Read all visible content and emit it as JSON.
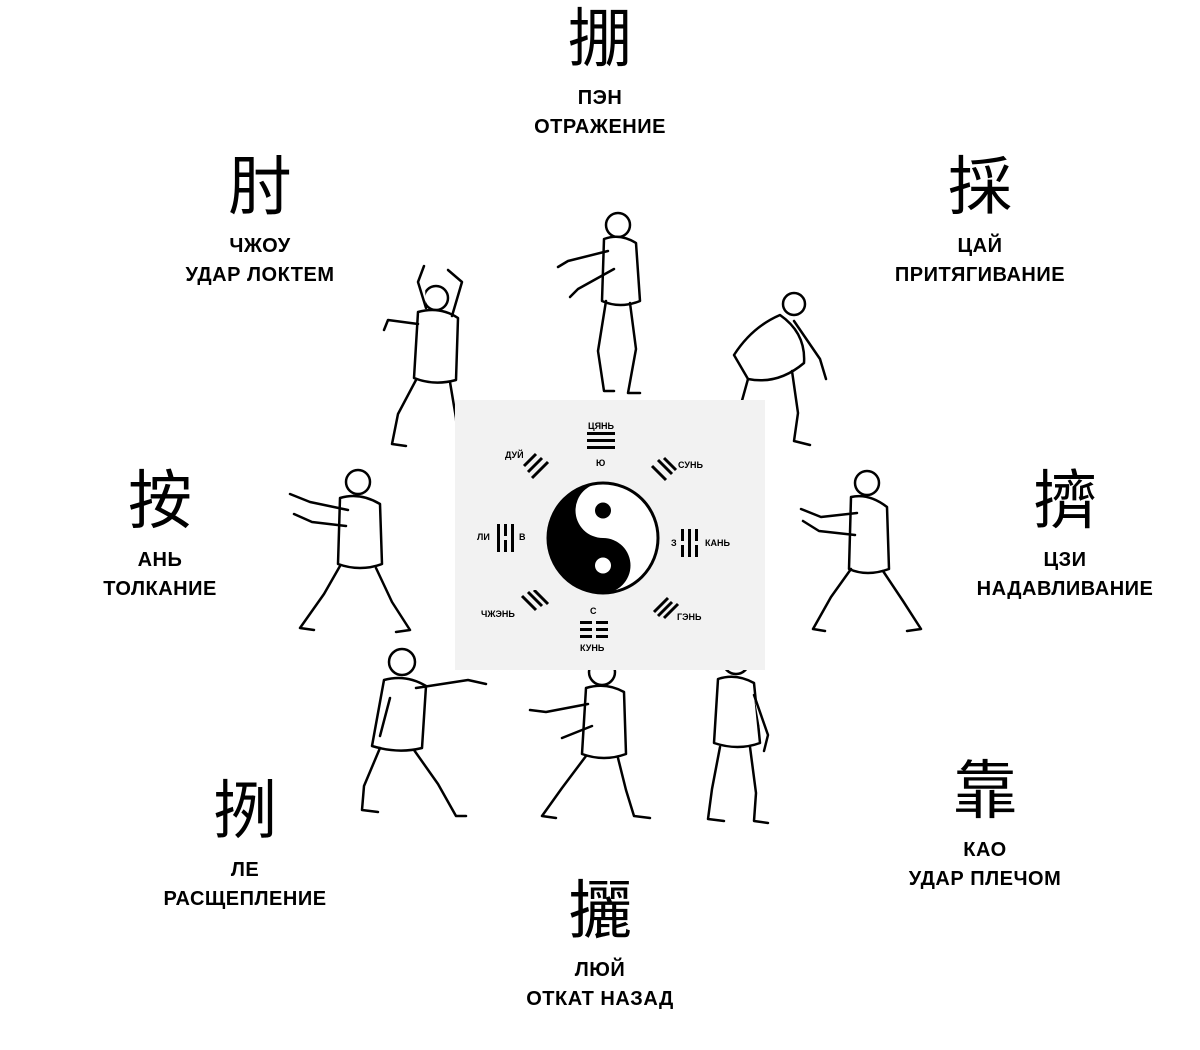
{
  "techniques": [
    {
      "id": "peng",
      "glyph": "掤",
      "name": "ПЭН",
      "meaning": "ОТРАЖЕНИЕ"
    },
    {
      "id": "cai",
      "glyph": "採",
      "name": "ЦАЙ",
      "meaning": "ПРИТЯГИВАНИЕ"
    },
    {
      "id": "ji",
      "glyph": "擠",
      "name": "ЦЗИ",
      "meaning": "НАДАВЛИВАНИЕ"
    },
    {
      "id": "kao",
      "glyph": "靠",
      "name": "КАО",
      "meaning": "УДАР ПЛЕЧОМ"
    },
    {
      "id": "lu",
      "glyph": "攦",
      "name": "ЛЮЙ",
      "meaning": "ОТКАТ НАЗАД"
    },
    {
      "id": "lie",
      "glyph": "挒",
      "name": "ЛЕ",
      "meaning": "РАСЩЕПЛЕНИЕ"
    },
    {
      "id": "an",
      "glyph": "按",
      "name": "АНЬ",
      "meaning": "ТОЛКАНИЕ"
    },
    {
      "id": "zhou",
      "glyph": "肘",
      "name": "ЧЖОУ",
      "meaning": "УДАР ЛОКТЕМ"
    }
  ],
  "bagua": {
    "trigrams": [
      {
        "name": "ЦЯНЬ",
        "dir": "Ю"
      },
      {
        "name": "СУНЬ"
      },
      {
        "name": "КАНЬ",
        "dir": "З"
      },
      {
        "name": "ГЭНЬ"
      },
      {
        "name": "КУНЬ",
        "dir": "С"
      },
      {
        "name": "ЧЖЭНЬ"
      },
      {
        "name": "ЛИ",
        "dir": "В"
      },
      {
        "name": "ДУЙ"
      }
    ]
  }
}
